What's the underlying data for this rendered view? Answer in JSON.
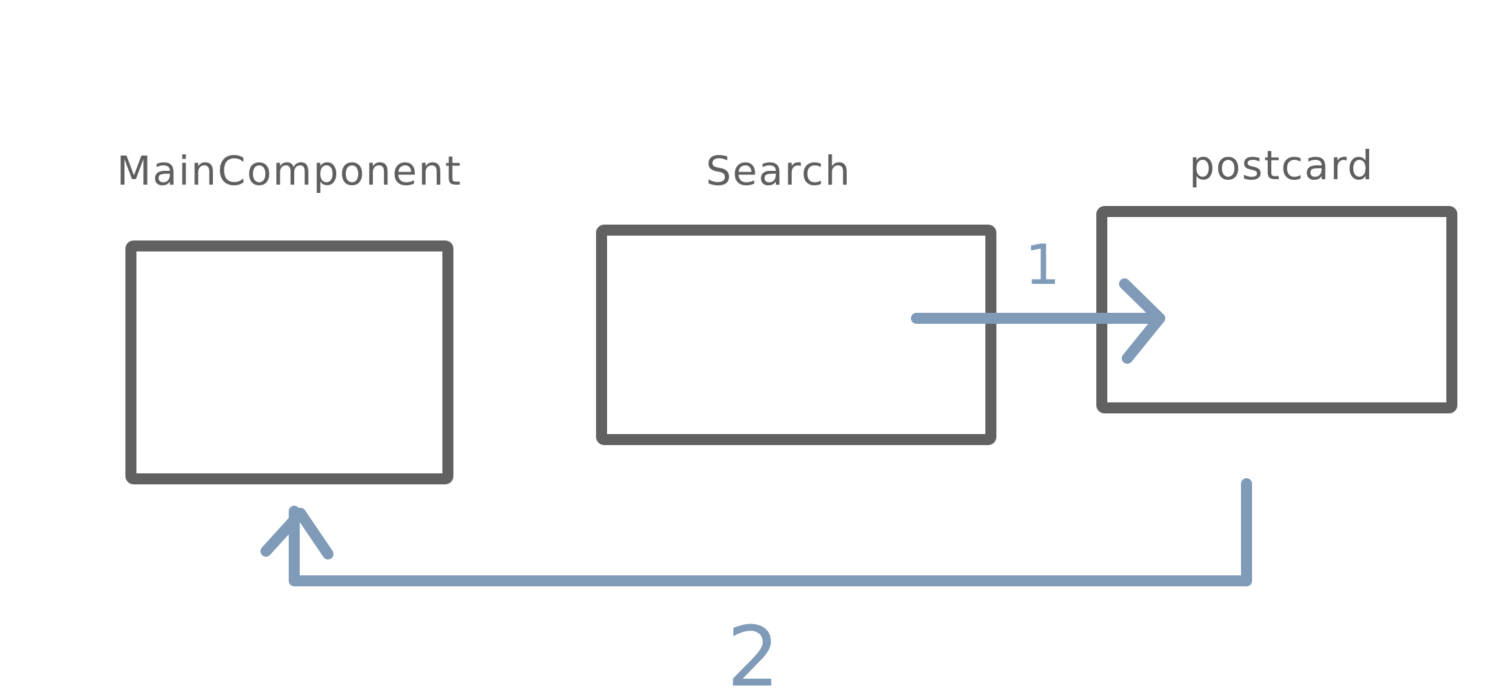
{
  "colors": {
    "box_stroke": "#616161",
    "arrow_stroke": "#7f9bb8",
    "title_text": "#5f5f5f",
    "background": "#ffffff"
  },
  "nodes": [
    {
      "id": "main-component",
      "label": "MainComponent"
    },
    {
      "id": "search",
      "label": "Search"
    },
    {
      "id": "postcard",
      "label": "postcard"
    }
  ],
  "edges": [
    {
      "from": "search",
      "to": "postcard",
      "label": "1"
    },
    {
      "from": "postcard",
      "to": "main-component",
      "label": "2"
    }
  ]
}
